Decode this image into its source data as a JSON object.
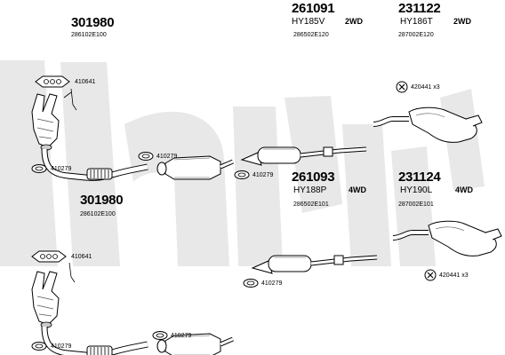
{
  "watermark": {
    "text": "klarius",
    "color": "#e8e8e8"
  },
  "group_top_left": {
    "assembly_no": "301980",
    "oe_ref": "286102E100",
    "part_gasket_top": "410641",
    "part_ring_left": "410279",
    "part_ring_right": "410279"
  },
  "group_bottom_left": {
    "assembly_no": "301980",
    "oe_ref": "286102E100",
    "part_gasket_top": "410641",
    "part_ring_left": "410279",
    "part_ring_right": "410279"
  },
  "group_top_right": {
    "mid_no": "261091",
    "mid_code": "HY185V",
    "mid_oe": "286502E120",
    "rear_no": "231122",
    "rear_code": "HY186T",
    "rear_oe": "287002E120",
    "drive": "2WD",
    "clamp": "420441 x3",
    "ring": "410279"
  },
  "group_bottom_right": {
    "mid_no": "261093",
    "mid_code": "HY188P",
    "mid_oe": "286502E101",
    "rear_no": "231124",
    "rear_code": "HY190L",
    "rear_oe": "287002E101",
    "drive": "4WD",
    "clamp": "420441 x3",
    "ring": "410279"
  }
}
